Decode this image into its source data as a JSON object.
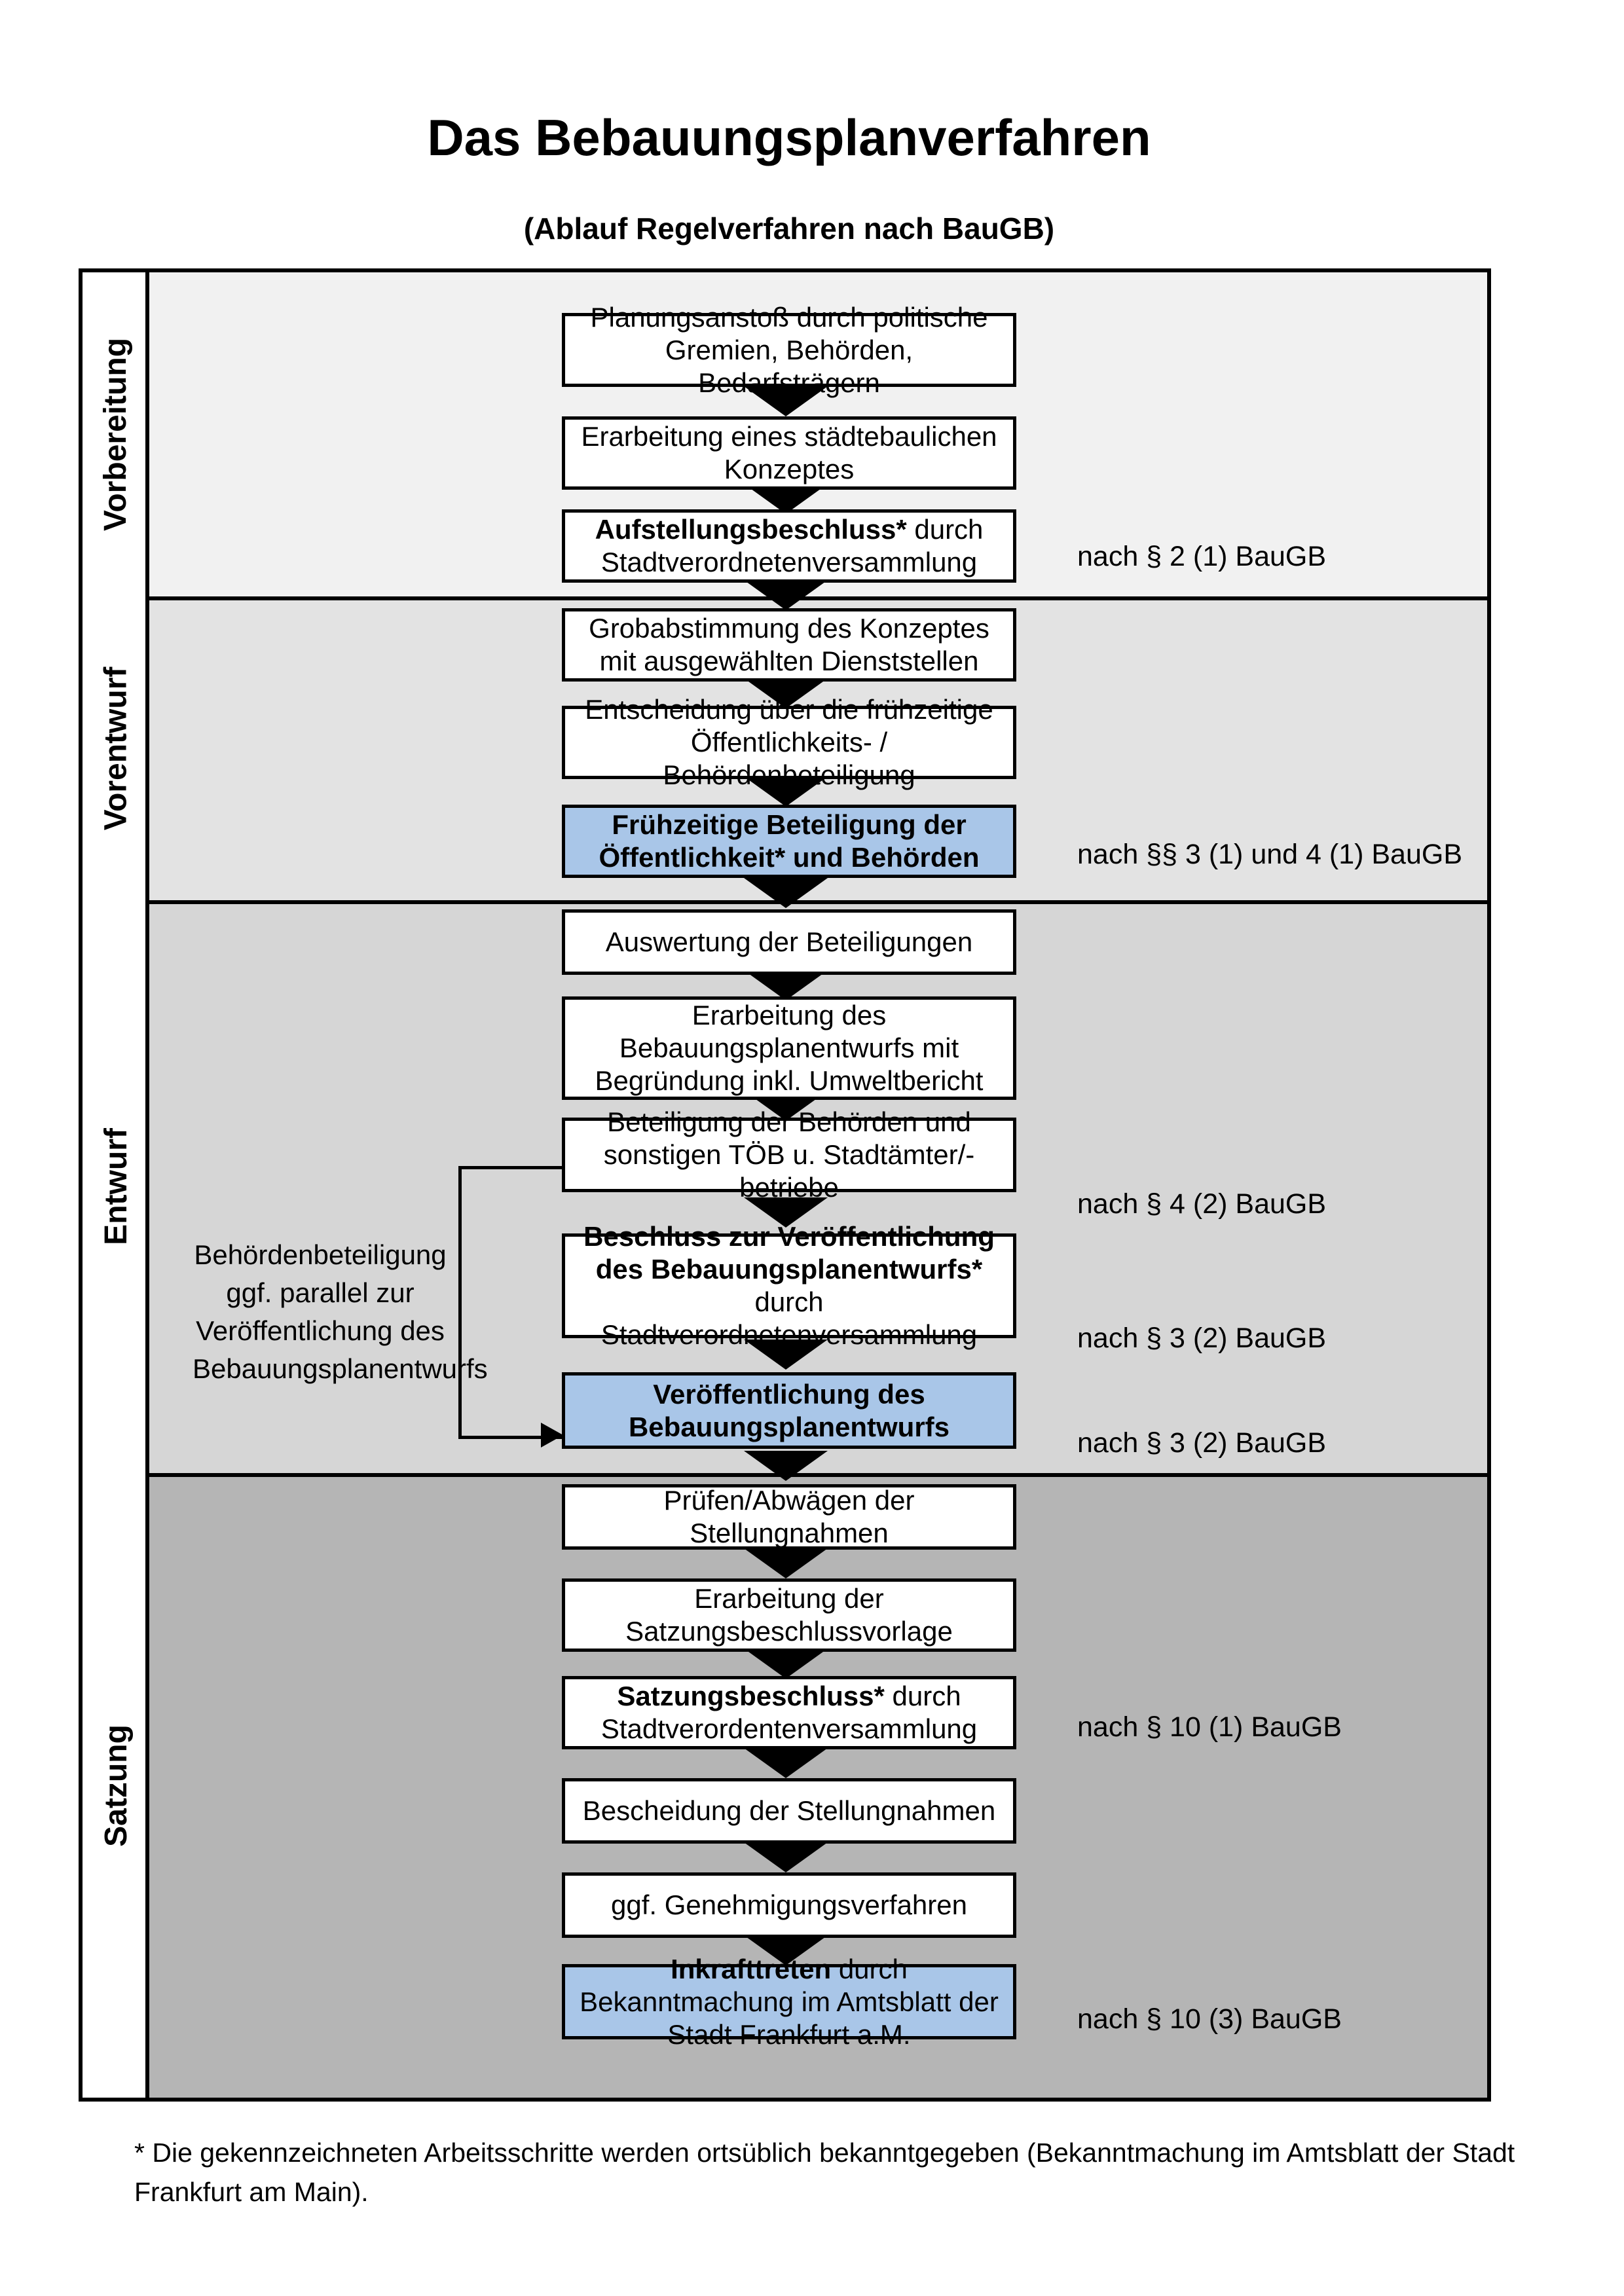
{
  "title": "Das Bebauungsplanverfahren",
  "subtitle": "(Ablauf Regelverfahren nach BauGB)",
  "phases": [
    {
      "label": "Vorbereitung"
    },
    {
      "label": "Vorentwurf"
    },
    {
      "label": "Entwurf"
    },
    {
      "label": "Satzung"
    }
  ],
  "steps": [
    {
      "bold": "",
      "text": "Planungsanstoß durch politische Gremien, Behörden, Bedarfsträgern"
    },
    {
      "bold": "",
      "text": "Erarbeitung eines städtebaulichen Konzeptes"
    },
    {
      "bold": "Aufstellungsbeschluss*",
      "text": " durch Stadtverordnetenversammlung",
      "ref": "nach § 2 (1) BauGB"
    },
    {
      "bold": "",
      "text": "Grobabstimmung des Konzeptes mit ausgewählten Dienststellen"
    },
    {
      "bold": "",
      "text": "Entscheidung über die frühzeitige Öffentlichkeits- / Behördenbeteiligung"
    },
    {
      "bold": "Frühzeitige Beteiligung der Öffentlichkeit* und Behörden",
      "text": "",
      "ref": "nach §§ 3 (1) und 4 (1) BauGB",
      "highlight": true
    },
    {
      "bold": "",
      "text": "Auswertung der Beteiligungen"
    },
    {
      "bold": "",
      "text": "Erarbeitung des Bebauungsplanentwurfs mit Begründung inkl. Umweltbericht"
    },
    {
      "bold": "",
      "text": "Beteiligung der Behörden und sonstigen TÖB u. Stadtämter/-betriebe",
      "ref": "nach § 4 (2) BauGB"
    },
    {
      "bold": "Beschluss zur Veröffentlichung des Bebauungsplanentwurfs*",
      "text": " durch Stadtverordnetenversammlung",
      "ref": "nach § 3 (2) BauGB"
    },
    {
      "bold": "Veröffentlichung des Bebauungsplanentwurfs",
      "text": "",
      "ref": "nach § 3 (2) BauGB",
      "highlight": true
    },
    {
      "bold": "",
      "text": "Prüfen/Abwägen der Stellungnahmen"
    },
    {
      "bold": "",
      "text": "Erarbeitung der Satzungsbeschlussvorlage"
    },
    {
      "bold": "Satzungsbeschluss*",
      "text": " durch Stadtverordentenversammlung",
      "ref": "nach § 10 (1) BauGB"
    },
    {
      "bold": "",
      "text": "Bescheidung der Stellungnahmen"
    },
    {
      "bold": "",
      "text": "ggf. Genehmigungsverfahren"
    },
    {
      "bold": "Inkrafttreten",
      "text": " durch Bekanntmachung im Amtsblatt der Stadt Frankfurt a.M.",
      "ref": "nach § 10 (3) BauGB",
      "highlight": true
    }
  ],
  "side_note": {
    "lines": [
      "Behördenbeteiligung",
      "ggf. parallel zur",
      "Veröffentlichung des",
      "Bebauungsplanentwurfs"
    ]
  },
  "footnote": "* Die gekennzeichneten Arbeitsschritte werden ortsüblich bekanntgegeben (Bekanntmachung im Amtsblatt  der Stadt Frankfurt am Main).",
  "colors": {
    "highlight_box": "#a9c6e8",
    "band_vorbereitung": "#f1f1f1",
    "band_vorentwurf": "#e3e3e3",
    "band_entwurf": "#d6d6d6",
    "band_satzung": "#b5b5b5",
    "line": "#000000"
  }
}
